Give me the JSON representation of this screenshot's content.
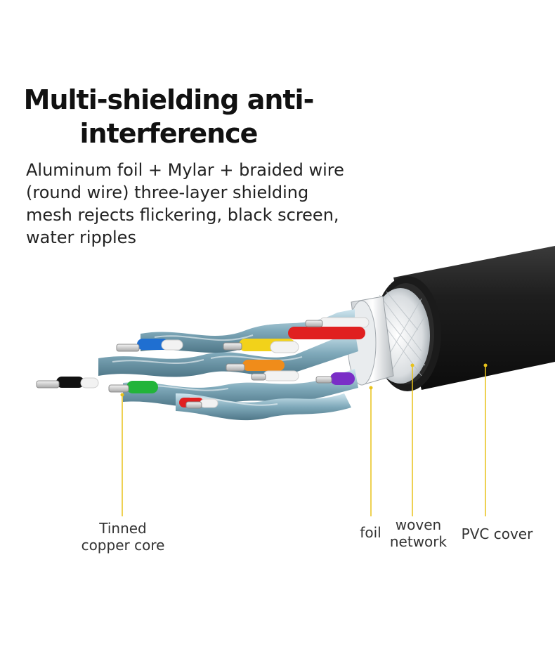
{
  "headline": {
    "line1": "Multi-shielding anti-",
    "line2": "interference"
  },
  "description": {
    "line1": "Aluminum foil + Mylar + braided wire",
    "line2": "(round wire) three-layer shielding",
    "line3": "mesh rejects flickering, black screen,",
    "line4": "water ripples"
  },
  "callouts": {
    "tinned_line1": "Tinned",
    "tinned_line2": "copper core",
    "foil": "foil",
    "woven_line1": "woven",
    "woven_line2": "network",
    "pvc": "PVC cover"
  },
  "colors": {
    "callout_line": "#e8c21a",
    "jacket": "#1f1f1f",
    "shield": "#8fb7c7",
    "wire_blue": "#1f6fd1",
    "wire_yellow": "#f2d21a",
    "wire_red": "#e02020",
    "wire_orange": "#f08c1a",
    "wire_green": "#22b43a",
    "wire_purple": "#7a2ec7",
    "wire_black": "#111111",
    "wire_white": "#f2f2f2"
  }
}
